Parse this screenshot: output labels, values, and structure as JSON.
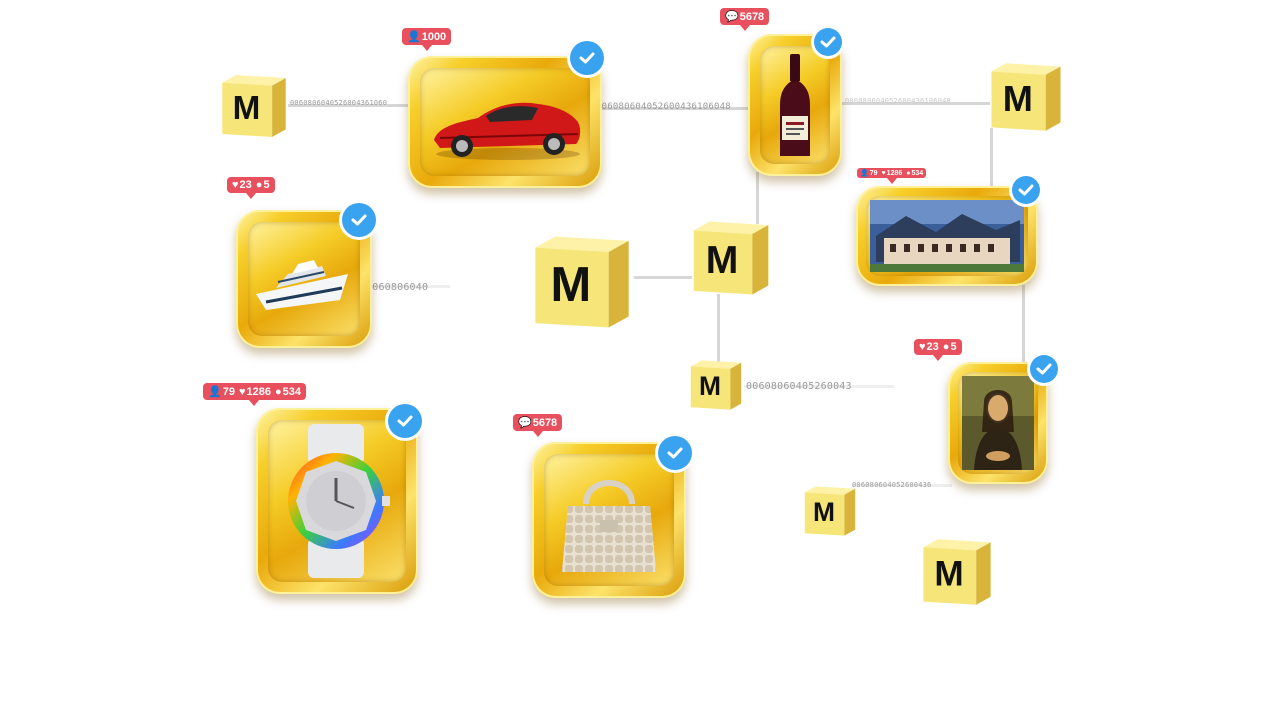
{
  "colors": {
    "badge": "#e8505e",
    "verified": "#3aa3ef",
    "gold_light": "#fde36a",
    "gold_dark": "#d99a06",
    "cube_face": "#f6e67a",
    "cube_mark": "#111111",
    "link": "#d6d6d6"
  },
  "badges": {
    "car": {
      "icon": "user-icon",
      "value": "1000"
    },
    "wine": {
      "icon": "comment-icon",
      "value": "5678"
    },
    "yacht": [
      {
        "icon": "heart-icon",
        "value": "23"
      },
      {
        "icon": "comment-icon",
        "value": "5"
      }
    ],
    "mansion": [
      {
        "icon": "user-icon",
        "value": "79"
      },
      {
        "icon": "heart-icon",
        "value": "1286"
      },
      {
        "icon": "comment-icon",
        "value": "534"
      }
    ],
    "watch": [
      {
        "icon": "user-icon",
        "value": "79"
      },
      {
        "icon": "heart-icon",
        "value": "1286"
      },
      {
        "icon": "comment-icon",
        "value": "534"
      }
    ],
    "bag": {
      "icon": "comment-icon",
      "value": "5678"
    },
    "painting": [
      {
        "icon": "heart-icon",
        "value": "23"
      },
      {
        "icon": "comment-icon",
        "value": "5"
      }
    ]
  },
  "hashes": {
    "car_left": "0060806040526004361060",
    "car_wine": "006080604052600436106048",
    "wine_right": "006080604052600436106048",
    "yacht": "0060806040",
    "cube_bottom": "00608060405260043",
    "painting_bottom": "006080604052600436"
  },
  "cube_mark": "M",
  "icons": {
    "verified": "check-icon",
    "cube": "m-logo-cube-icon"
  }
}
